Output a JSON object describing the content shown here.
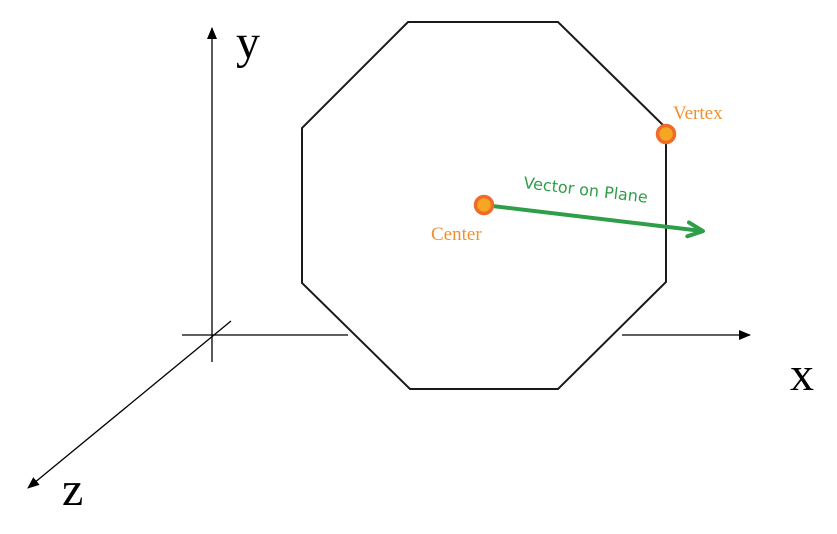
{
  "axes": {
    "x_label": "x",
    "y_label": "y",
    "z_label": "z"
  },
  "points": {
    "center_label": "Center",
    "vertex_label": "Vertex"
  },
  "vector": {
    "label": "Vector on Plane"
  },
  "colors": {
    "axis": "#000000",
    "octagon_stroke": "#1a1a1a",
    "point_fill": "#f5a623",
    "point_stroke": "#f06a28",
    "point_label": "#f0912f",
    "vector": "#2e9e48"
  }
}
